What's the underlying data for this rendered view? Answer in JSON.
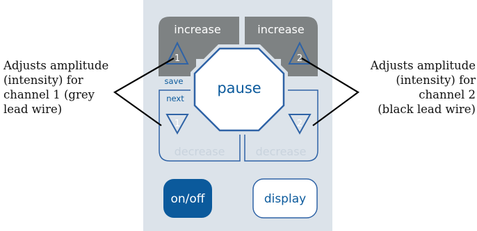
{
  "panel": {
    "increase_left_label": "increase",
    "increase_right_label": "increase",
    "decrease_left_label": "decrease",
    "decrease_right_label": "decrease",
    "pause_label": "pause",
    "save_label": "save",
    "next_label": "next",
    "channel1_up": "1",
    "channel1_down": "1",
    "channel2_up": "2",
    "channel2_down": "2",
    "onoff_label": "on/off",
    "display_label": "display"
  },
  "captions": {
    "left": "Adjusts amplitude\n(intensity) for\nchannel 1 (grey\nlead wire)",
    "right": "Adjusts amplitude\n(intensity) for\nchannel 2\n(black lead wire)"
  },
  "colors": {
    "panel_bg": "#dce3ea",
    "dark_grey": "#7e8283",
    "blue": "#0b5a9c",
    "blue_outline": "#2f63a6",
    "light_text": "#ffffff",
    "faded_text": "#c9d3dd"
  }
}
